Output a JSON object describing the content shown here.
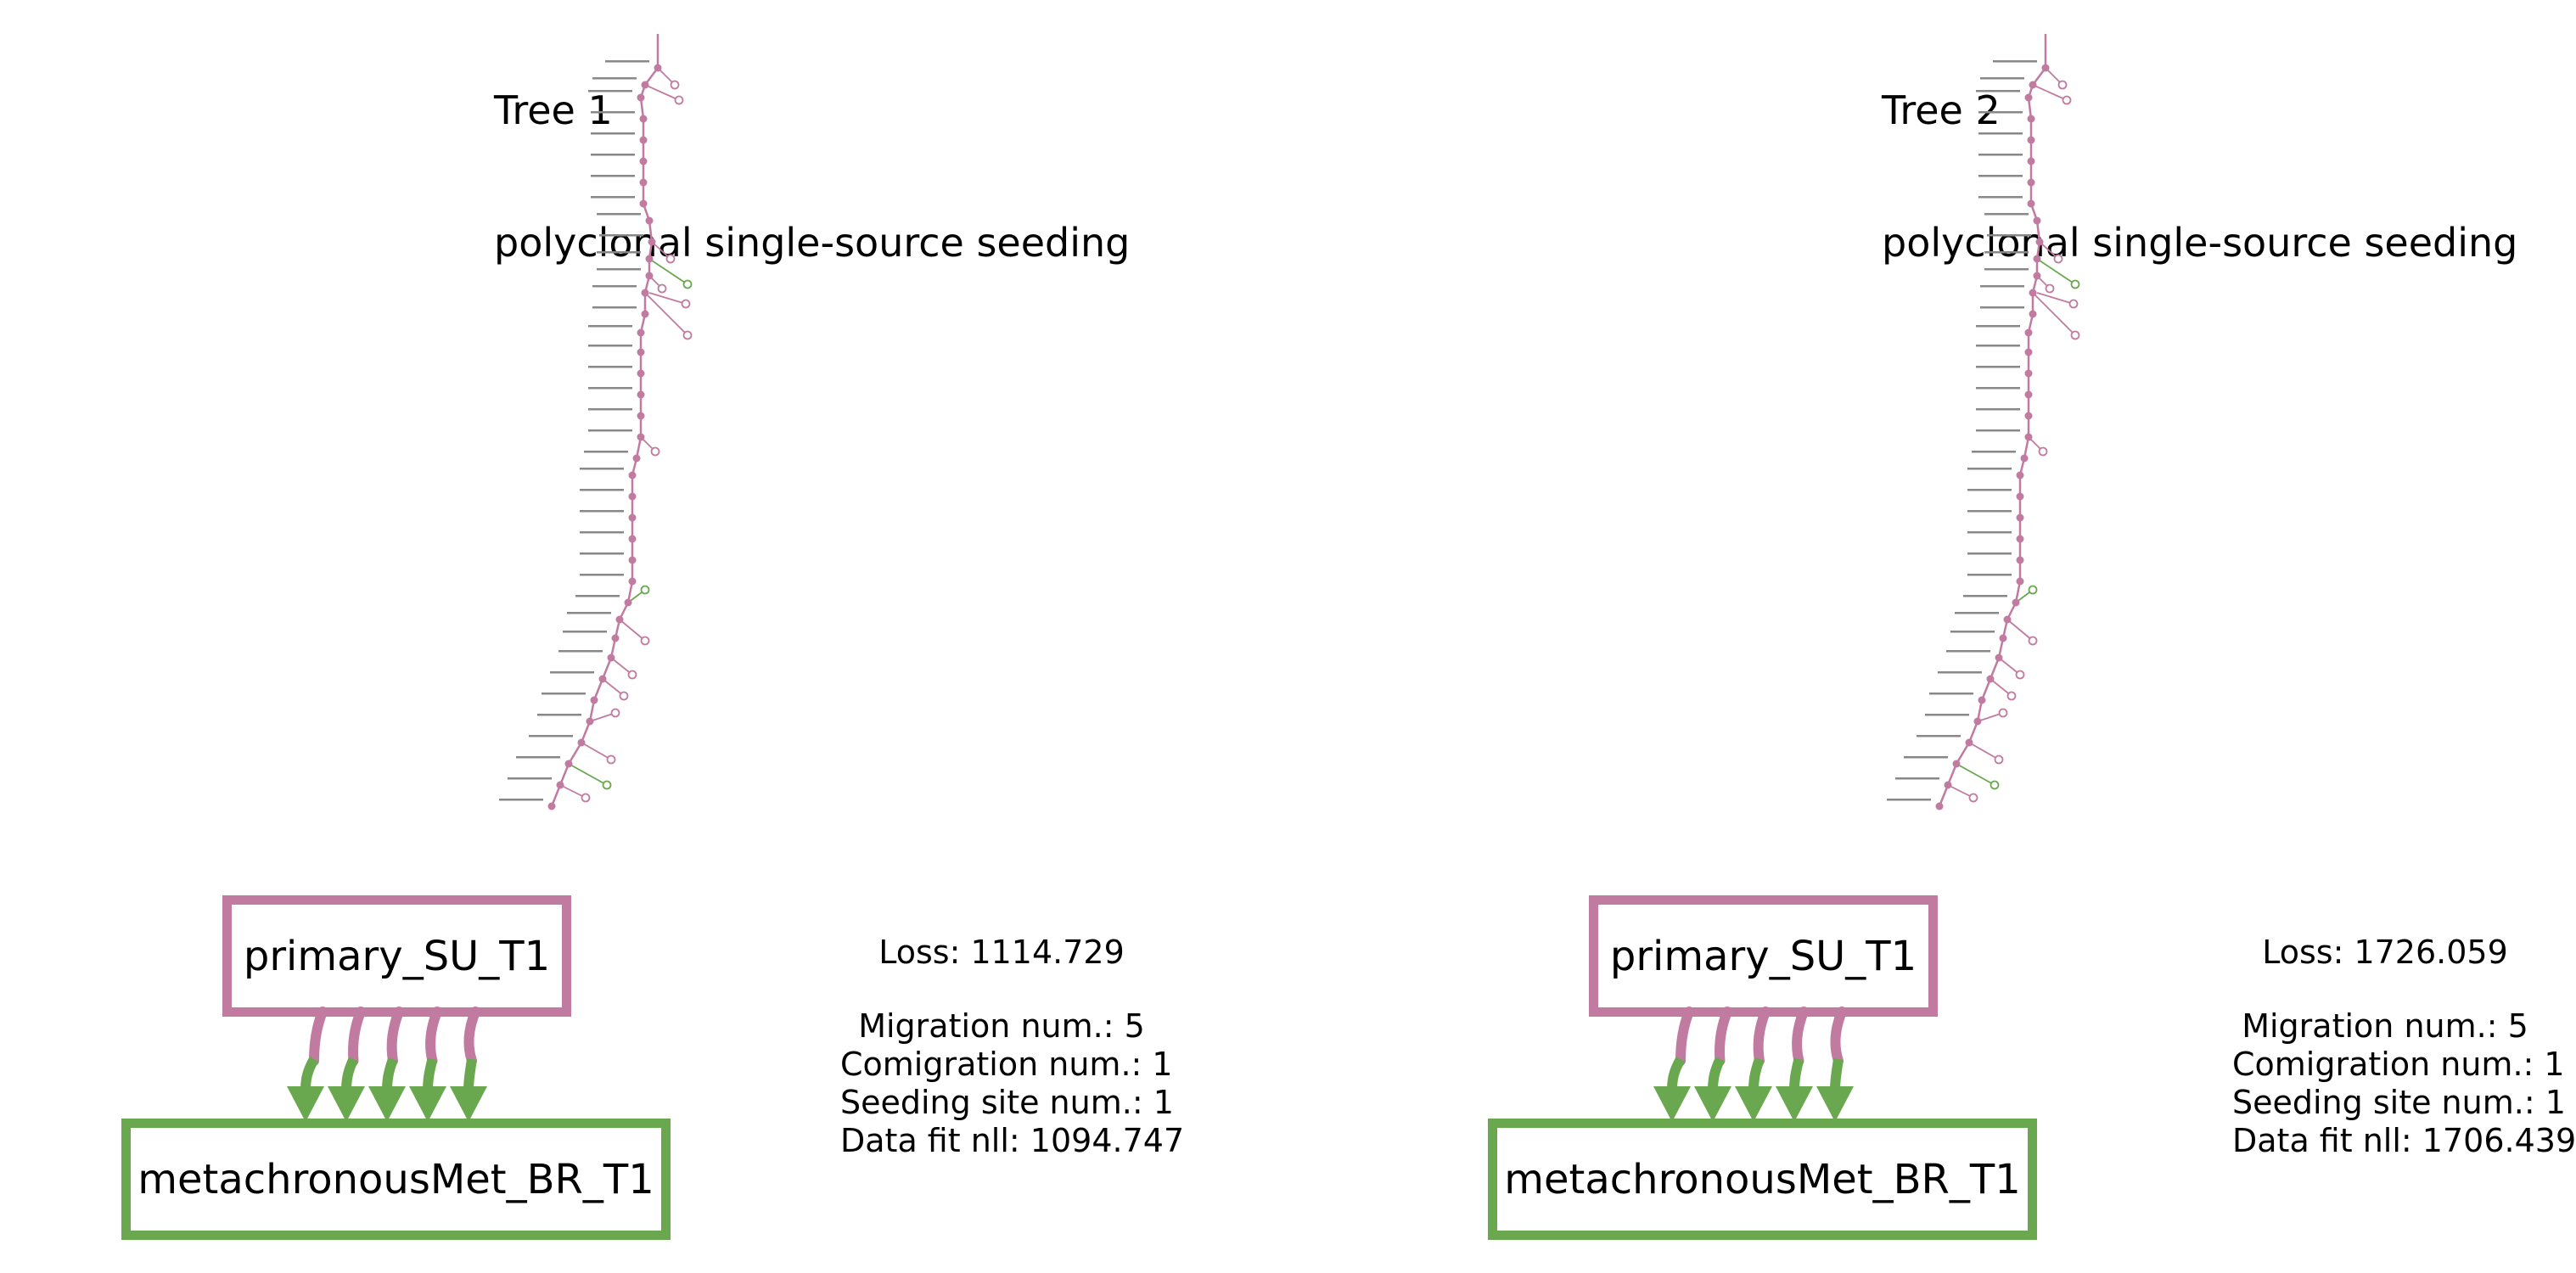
{
  "colors": {
    "primary": "#c27ba0",
    "metastasis": "#6aa84f"
  },
  "trees": [
    {
      "title": "Tree 1",
      "pattern": "polyclonal single-source seeding",
      "primary_site": "primary_SU_T1",
      "met_site": "metachronousMet_BR_T1",
      "migration_arrow_count": 5,
      "loss": "Loss: 1114.729",
      "migration": "Migration num.: 5",
      "comigration": "Comigration num.: 1",
      "seeding": "Seeding site num.: 1",
      "datafit": "Data fit nll: 1094.747"
    },
    {
      "title": "Tree 2",
      "pattern": "polyclonal single-source seeding",
      "primary_site": "primary_SU_T1",
      "met_site": "metachronousMet_BR_T1",
      "migration_arrow_count": 5,
      "loss": "Loss: 1726.059",
      "migration": "Migration num.: 5",
      "comigration": "Comigration num.: 1",
      "seeding": "Seeding site num.: 1",
      "datafit": "Data fit nll: 1706.439"
    }
  ]
}
